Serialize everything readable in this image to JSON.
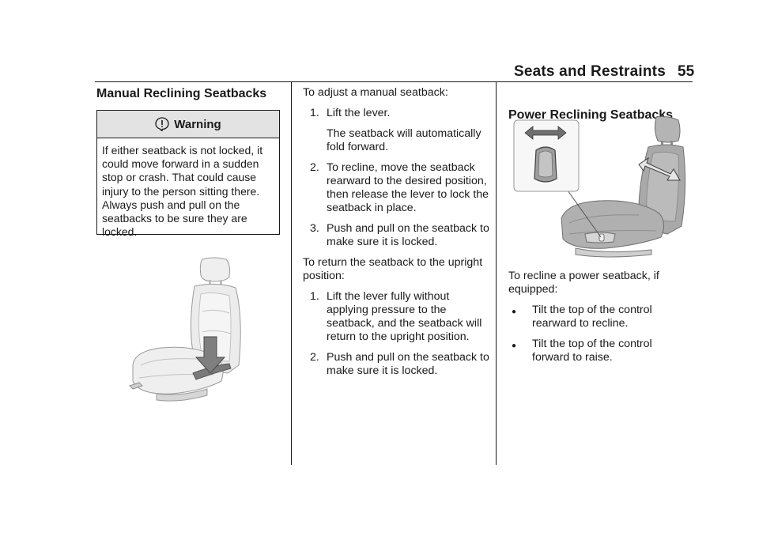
{
  "header": {
    "title": "Seats and Restraints",
    "page": "55"
  },
  "left": {
    "heading": "Manual Reclining Seatbacks",
    "warning": {
      "icon": "warning-icon",
      "title": "Warning",
      "body": "If either seatback is not locked, it could move forward in a sudden stop or crash. That could cause injury to the person sitting there. Always push and pull on the seatbacks to be sure they are locked."
    },
    "image": "manual-seat-illustration"
  },
  "middle": {
    "intro": "To adjust a manual seatback:",
    "steps": [
      {
        "num": "1.",
        "text": "Lift the lever.",
        "note": "The seatback will automatically fold forward."
      },
      {
        "num": "2.",
        "text": "To recline, move the seatback rearward to the desired position, then release the lever to lock the seatback in place."
      },
      {
        "num": "3.",
        "text": "Push and pull on the seatback to make sure it is locked."
      }
    ],
    "intro2": "To return the seatback to the upright position:",
    "steps2": [
      {
        "num": "1.",
        "text": "Lift the lever fully without applying pressure to the seatback, and the seatback will return to the upright position."
      },
      {
        "num": "2.",
        "text": "Push and pull on the seatback to make sure it is locked."
      }
    ]
  },
  "right": {
    "heading": "Power Reclining Seatbacks",
    "image": "power-seat-illustration",
    "intro": "To recline a power seatback, if equipped:",
    "bullets": [
      {
        "mark": "●",
        "text": "Tilt the top of the control rearward to recline."
      },
      {
        "mark": "●",
        "text": "Tilt the top of the control forward to raise."
      }
    ]
  },
  "colors": {
    "text": "#1a1a1a",
    "warning_bg": "#e3e3e3",
    "seat_light": "#eeeeee",
    "seat_dark": "#a9a9a9"
  }
}
